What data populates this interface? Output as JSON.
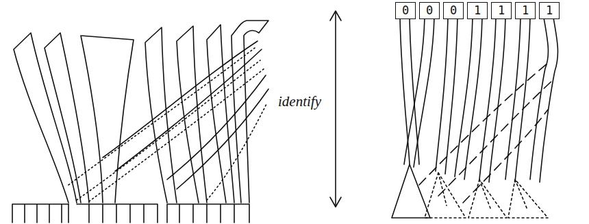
{
  "diagram": {
    "nodes": [
      {
        "text": [
          "0"
        ]
      },
      {
        "text": [
          "0"
        ]
      },
      {
        "text": [
          "0"
        ]
      },
      {
        "text": [
          "1"
        ]
      },
      {
        "text": [
          "1"
        ]
      },
      {
        "text": [
          "1"
        ]
      },
      {
        "text": [
          "1"
        ]
      }
    ],
    "labels": [
      "identify"
    ]
  }
}
